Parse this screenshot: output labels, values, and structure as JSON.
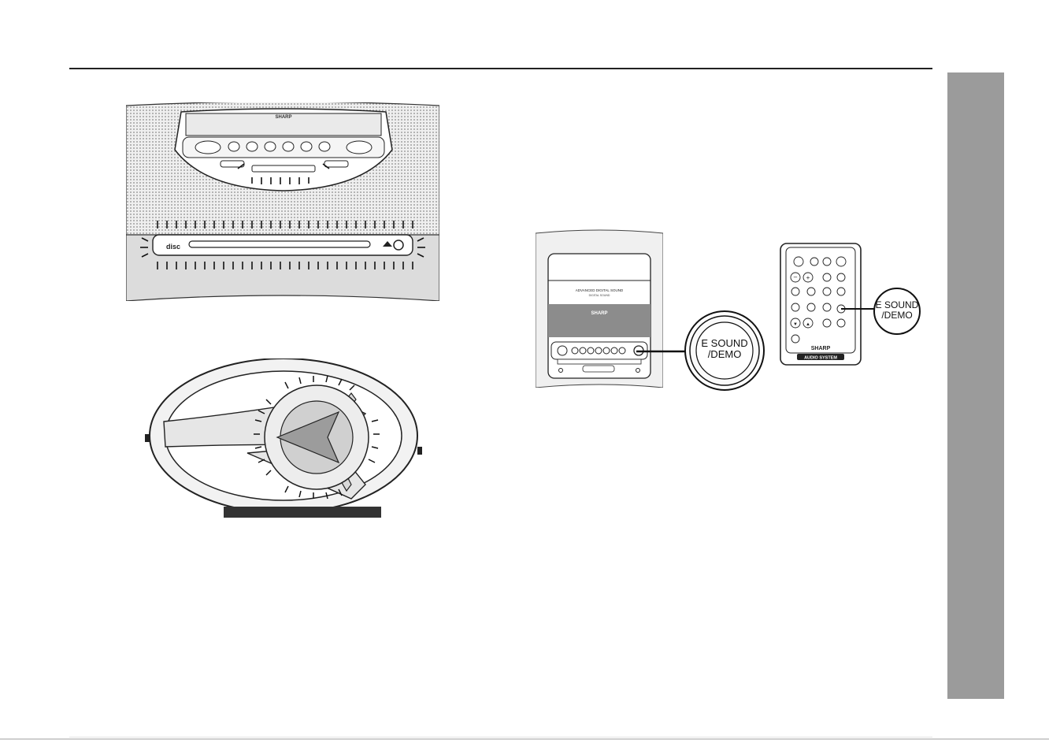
{
  "brand": "SHARP",
  "unit_panel": {
    "display_text": "ADVANCED DIGITAL SOUND",
    "display_subtext": "DIGITAL SOUND",
    "brand": "SHARP"
  },
  "callout_main": {
    "line1": "E SOUND",
    "line2": "/DEMO"
  },
  "callout_remote": {
    "line1": "E SOUND",
    "line2": "/DEMO"
  },
  "remote": {
    "brand": "SHARP",
    "model_label": "AUDIO SYSTEM"
  },
  "colors": {
    "side_tab": "#9b9b9b",
    "display_band": "#8c8c8c",
    "rule": "#222222"
  }
}
